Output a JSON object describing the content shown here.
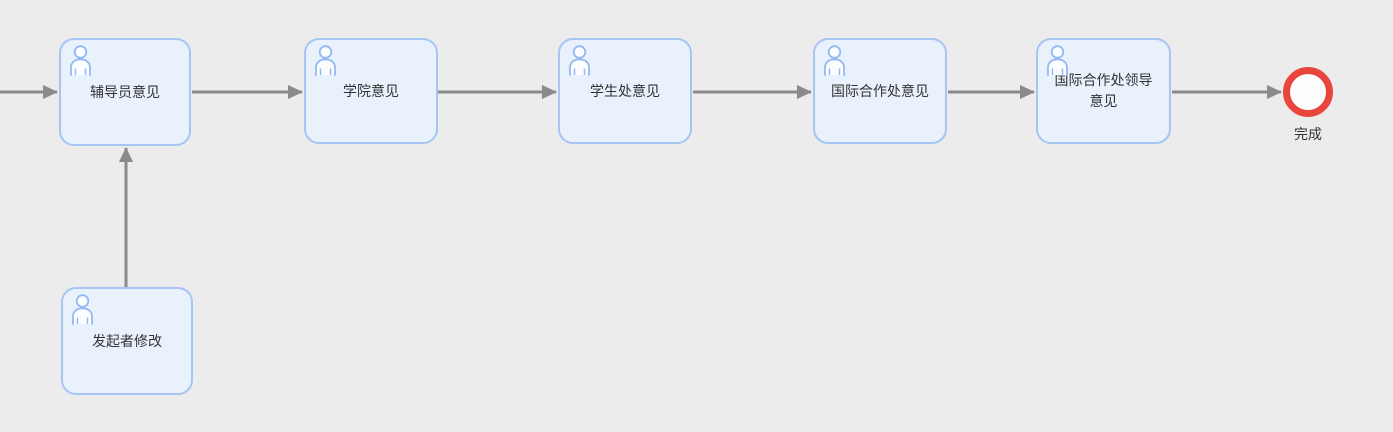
{
  "diagram": {
    "kind": "approval-workflow-flowchart",
    "background_color": "#ececec",
    "colors": {
      "node_fill": "#e9f1fd",
      "node_border": "#a6c5f5",
      "user_icon_stroke": "#93b8f2",
      "edge": "#8a8a8a",
      "end_event_ring": "#e8463c",
      "label_text": "#333333"
    },
    "nodes": [
      {
        "id": "counselor-opinion",
        "type": "user-task",
        "label": "辅导员意见"
      },
      {
        "id": "college-opinion",
        "type": "user-task",
        "label": "学院意见"
      },
      {
        "id": "student-affairs-opinion",
        "type": "user-task",
        "label": "学生处意见"
      },
      {
        "id": "intl-cooperation-office-opinion",
        "type": "user-task",
        "label": "国际合作处意见"
      },
      {
        "id": "intl-cooperation-leader-opinion",
        "type": "user-task",
        "label": "国际合作处领导意见"
      },
      {
        "id": "initiator-modify",
        "type": "user-task",
        "label": "发起者修改"
      }
    ],
    "end_event": {
      "id": "end",
      "type": "end-event",
      "label": "完成"
    },
    "edges": [
      {
        "from": "offscreen-left",
        "to": "counselor-opinion"
      },
      {
        "from": "counselor-opinion",
        "to": "college-opinion"
      },
      {
        "from": "college-opinion",
        "to": "student-affairs-opinion"
      },
      {
        "from": "student-affairs-opinion",
        "to": "intl-cooperation-office-opinion"
      },
      {
        "from": "intl-cooperation-office-opinion",
        "to": "intl-cooperation-leader-opinion"
      },
      {
        "from": "intl-cooperation-leader-opinion",
        "to": "end"
      },
      {
        "from": "initiator-modify",
        "to": "counselor-opinion"
      }
    ]
  }
}
